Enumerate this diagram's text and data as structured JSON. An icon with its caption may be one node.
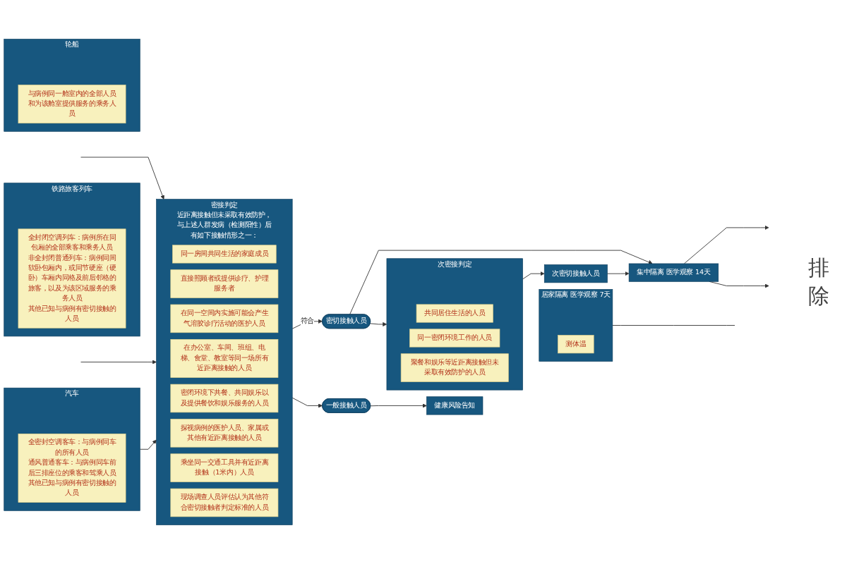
{
  "diagram": {
    "nodes": [
      {
        "text": [
          "铁路旅客列车"
        ]
      },
      {
        "text": [
          "全封闭空调列车：病例所在同包厢的全部乘客和乘务人员",
          "非全封闭普通列车：病例同间软卧包厢内，或同节硬座（硬卧）车厢内同格及前后邻格的旅客，以及为该区域服务的乘务人员",
          "其他已知与病例有密切接触的人员"
        ],
        "in": 0
      },
      {
        "text": [
          "汽车"
        ]
      },
      {
        "text": [
          "全密封空调客车：与病例同车的所有人员",
          "通风普通客车：与病例同车前后三排座位的乘客和驾乘人员",
          "其他已知与病例有密切接触的人员"
        ],
        "in": 2
      },
      {
        "text": [
          "轮船"
        ]
      },
      {
        "text": [
          "与病例同一舱室内的全部人员和为该舱室提供服务的乘务人员"
        ],
        "in": 4
      },
      {
        "text": [
          "密接判定",
          "近距离接触但未采取有效防护，与上述人群发病（检测阳性）后有如下接触情形之一："
        ]
      },
      {
        "text": [
          "同一房间共同生活的家庭成员"
        ],
        "in": 6
      },
      {
        "text": [
          "直接照顾者或提供诊疗、护理服务者"
        ],
        "in": 6
      },
      {
        "text": [
          "在同一空间内实施可能会产生气溶胶诊疗活动的医护人员"
        ],
        "in": 6
      },
      {
        "text": [
          "在办公室、车间、班组、电梯、食堂、教室等同一场所有近距离接触的人员"
        ],
        "in": 6
      },
      {
        "text": [
          "密闭环境下共餐、共同娱乐以及提供餐饮和娱乐服务的人员"
        ],
        "in": 6
      },
      {
        "text": [
          "探视病例的医护人员、家属或其他有近距离接触的人员"
        ],
        "in": 6
      },
      {
        "text": [
          "乘坐同一交通工具并有近距离接触（1米内）人员"
        ],
        "in": 6
      },
      {
        "text": [
          "现场调查人员评估认为其他符合密切接触者判定标准的人员"
        ],
        "in": 6
      },
      {
        "text": [
          "次密接判定"
        ]
      },
      {
        "text": [
          "共同居住生活的人员"
        ],
        "in": 15
      },
      {
        "text": [
          "同一密闭环境工作的人员"
        ],
        "in": 15
      },
      {
        "text": [
          "聚餐和娱乐等近距离接触但未采取有效防护的人员"
        ],
        "in": 15
      },
      {
        "text": [
          "密切接触人员"
        ]
      },
      {
        "text": [
          "一般接触人员"
        ]
      },
      {
        "text": [
          "次密切接触人员"
        ]
      },
      {
        "text": [
          "集中隔离 医学观察 14天"
        ]
      },
      {
        "text": [
          "健康风险告知"
        ]
      },
      {
        "text": [
          "居家隔离 医学观察 7天"
        ]
      },
      {
        "text": [
          "测体温"
        ],
        "in": 24
      }
    ],
    "edges": [
      {
        "from": null,
        "to": 6,
        "arrow": "to"
      },
      {
        "from": null,
        "to": 6,
        "arrow": "to"
      },
      {
        "from": 2,
        "to": 6,
        "arrow": "to"
      },
      {
        "from": 6,
        "to": 19,
        "arrow": "to",
        "label": "符合"
      },
      {
        "from": 6,
        "to": 20,
        "arrow": "to"
      },
      {
        "from": 19,
        "to": 15,
        "arrow": "to"
      },
      {
        "from": 15,
        "to": 21,
        "arrow": "to"
      },
      {
        "from": 21,
        "to": 22,
        "arrow": "to"
      },
      {
        "from": 19,
        "to": 22,
        "arrow": "to"
      },
      {
        "from": 20,
        "to": 23,
        "arrow": "to"
      },
      {
        "from": 22,
        "to": null,
        "arrow": "to"
      },
      {
        "from": 22,
        "to": null,
        "arrow": "to"
      },
      {
        "from": 24,
        "to": null,
        "arrow": "none"
      }
    ],
    "labels": [
      "排除"
    ]
  }
}
